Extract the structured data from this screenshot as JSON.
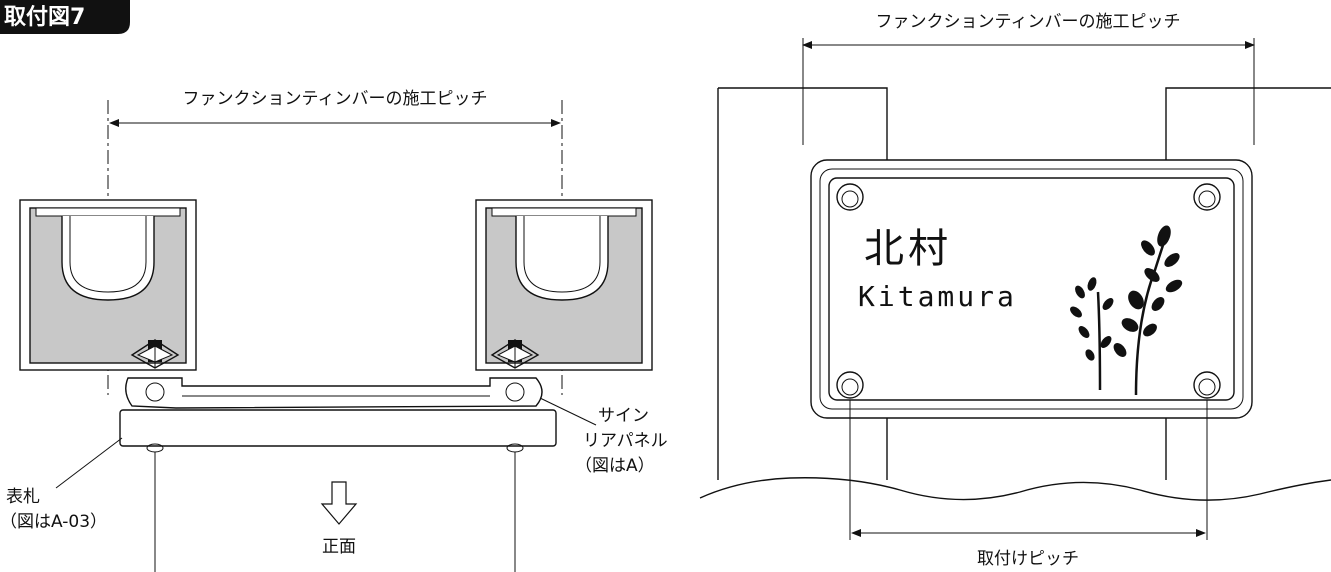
{
  "tab_title": "取付図7",
  "left_diagram": {
    "pitch_label": "ファンクションティンバーの施工ピッチ",
    "sign_panel_label_line1": "サイン",
    "sign_panel_label_line2": "リアパネル",
    "sign_panel_label_line3": "（図はA）",
    "nameplate_label_line1": "表札",
    "nameplate_label_line2": "（図はA-03）",
    "front_label": "正面"
  },
  "right_diagram": {
    "pitch_label": "ファンクションティンバーの施工ピッチ",
    "mount_pitch_label": "取付けピッチ",
    "nameplate_jp": "北村",
    "nameplate_en": "Kitamura"
  }
}
